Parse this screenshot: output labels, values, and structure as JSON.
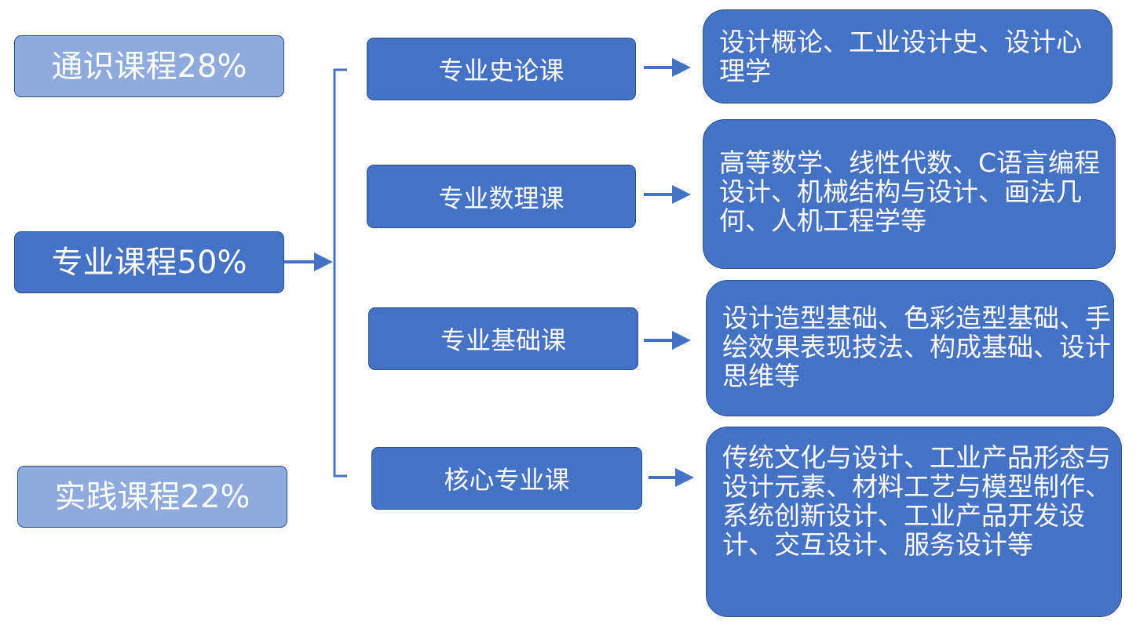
{
  "categories": [
    {
      "label": "通识课程28%"
    },
    {
      "label": "专业课程50%"
    },
    {
      "label": "实践课程22%"
    }
  ],
  "courses": [
    {
      "label": "专业史论课",
      "detail": "设计概论、工业设计史、设计心理学"
    },
    {
      "label": "专业数理课",
      "detail": "高等数学、线性代数、C语言编程设计、机械结构与设计、画法几何、人机工程学等"
    },
    {
      "label": "专业基础课",
      "detail": "设计造型基础、色彩造型基础、手绘效果表现技法、构成基础、设计思维等"
    },
    {
      "label": "核心专业课",
      "detail": "传统文化与设计、工业产品形态与设计元素、材料工艺与模型制作、系统创新设计、工业产品开发设计、交互设计、服务设计等"
    }
  ],
  "colors": {
    "box_dark": "#4472c4",
    "box_light": "#8faadc",
    "border": "#2f528f",
    "connector": "#4472c4",
    "text": "#ffffff"
  }
}
